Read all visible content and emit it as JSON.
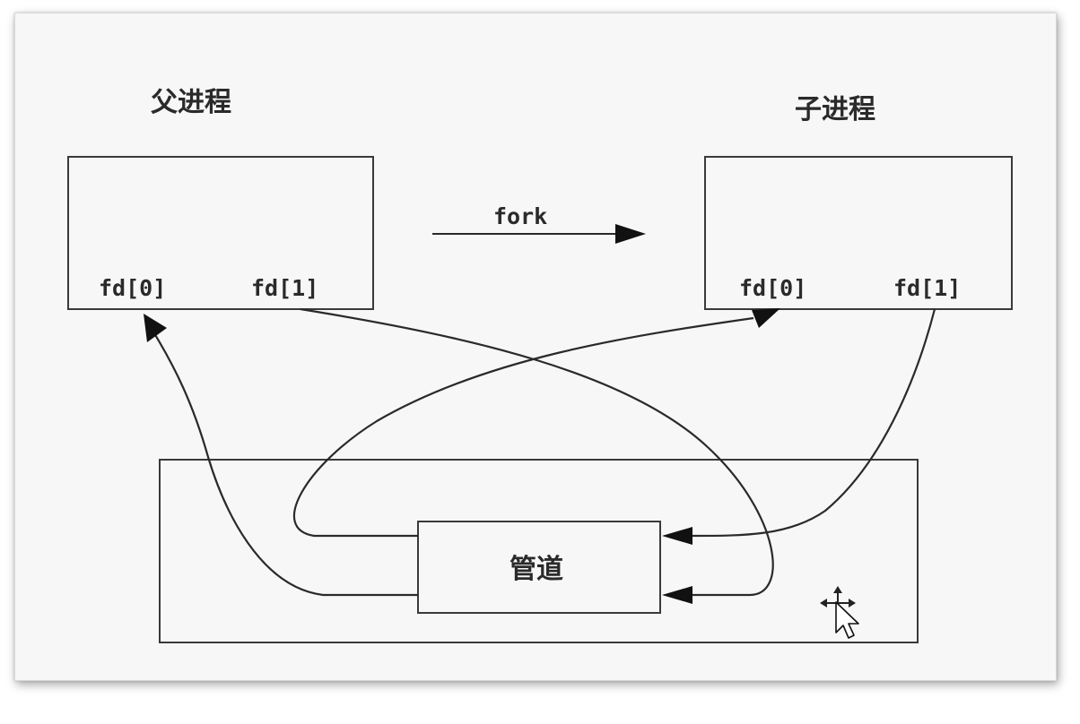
{
  "diagram": {
    "parent_label": "父进程",
    "child_label": "子进程",
    "fork_label": "fork",
    "parent_fd0": "fd[0]",
    "parent_fd1": "fd[1]",
    "child_fd0": "fd[0]",
    "child_fd1": "fd[1]",
    "pipe_label": "管道"
  },
  "cursor": {
    "icon": "move-cursor-icon"
  },
  "colors": {
    "background": "#f7f7f7",
    "stroke": "#2a2a2a"
  }
}
